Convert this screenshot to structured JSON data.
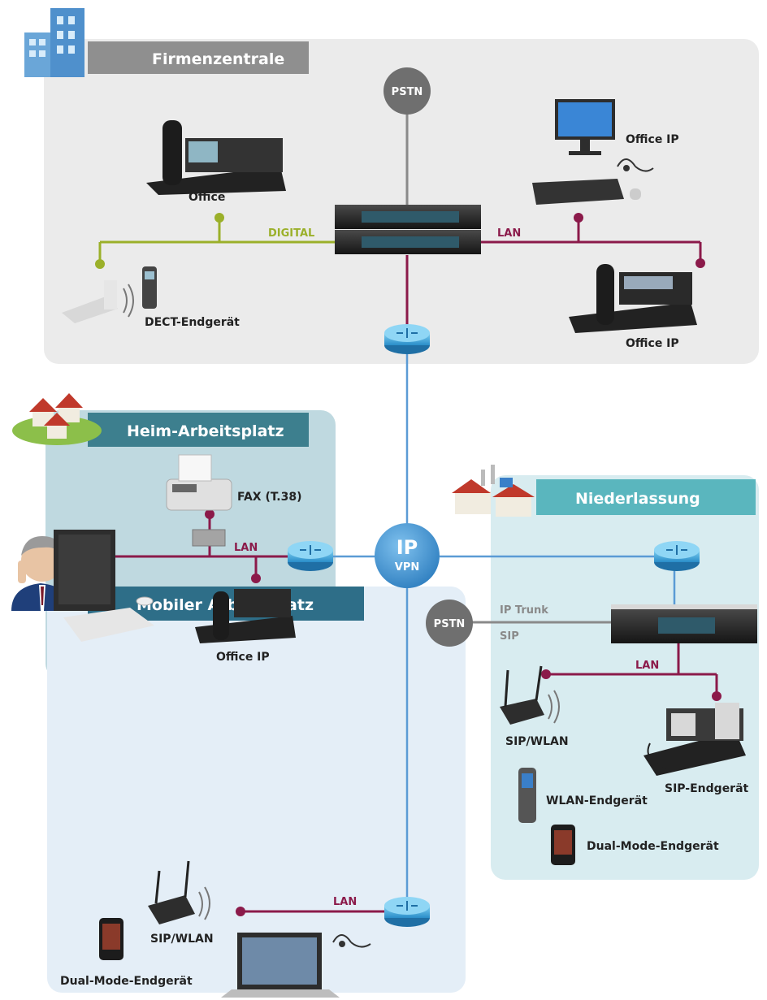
{
  "sites": {
    "hq": {
      "title": "Firmenzentrale"
    },
    "home": {
      "title": "Heim-Arbeitsplatz"
    },
    "branch": {
      "title": "Niederlassung"
    },
    "mobile": {
      "title": "Mobiler Arbeitsplatz"
    }
  },
  "clouds": {
    "pstn_top": "PSTN",
    "pstn_branch": "PSTN",
    "ip_vpn_line1": "IP",
    "ip_vpn_line2": "VPN"
  },
  "links": {
    "digital": "DIGITAL",
    "lan_hq": "LAN",
    "lan_home": "LAN",
    "lan_branch": "LAN",
    "lan_mobile": "LAN",
    "ip_trunk": "IP Trunk",
    "sip": "SIP"
  },
  "devices": {
    "hq_office": "Office",
    "hq_office_ip_pc": "Office IP",
    "hq_dect": "DECT-Endgerät",
    "hq_office_ip_phone": "Office IP",
    "home_fax": "FAX (T.38)",
    "home_office_ip": "Office IP",
    "branch_sip_wlan": "SIP/WLAN",
    "branch_sip_endgeraet": "SIP-Endgerät",
    "branch_wlan_endgeraet": "WLAN-Endgerät",
    "branch_dual_mode": "Dual-Mode-Endgerät",
    "mobile_sip_wlan": "SIP/WLAN",
    "mobile_dual_mode": "Dual-Mode-Endgerät"
  },
  "colors": {
    "digital_line": "#9bb02a",
    "lan_line": "#8b1a4a",
    "vpn_line": "#5b9bd5",
    "hq_panel": "#ebebeb",
    "home_panel": "#bfd9e0",
    "branch_panel": "#d8ecf0",
    "mobile_panel": "#e4eef7",
    "title_tab_hq": "#8f8f8f",
    "title_tab_home": "#3d7f8e",
    "title_tab_branch": "#5ab6be",
    "title_tab_mobile": "#2e6e88"
  }
}
